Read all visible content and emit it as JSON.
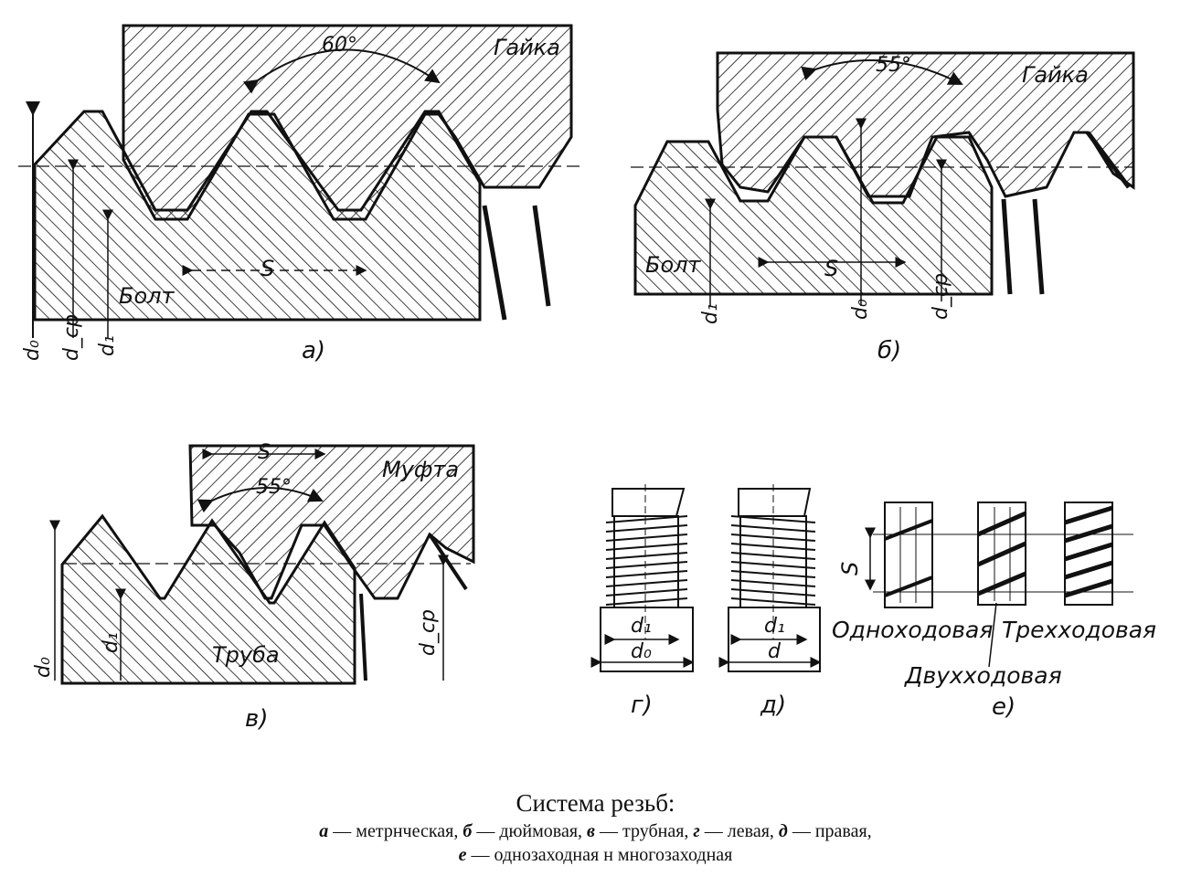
{
  "panels": {
    "a": {
      "caption": "а)",
      "nut_label": "Гайка",
      "bolt_label": "Болт",
      "angle_label": "60°",
      "pitch_label": "S",
      "d0_label": "d₀",
      "dcp_label": "d_cp",
      "d1_label": "d₁"
    },
    "b": {
      "caption": "б)",
      "nut_label": "Гайка",
      "bolt_label": "Болт",
      "angle_label": "55°",
      "pitch_label": "S",
      "d1_label": "d₁",
      "d0_label": "d₀",
      "dcp_label": "d_cp"
    },
    "v": {
      "caption": "в)",
      "coupling_label": "Муфта",
      "pipe_label": "Труба",
      "angle_label": "55°",
      "pitch_label": "S",
      "d0_label": "d₀",
      "d1_label": "d₁",
      "dcp_label": "d_cp"
    },
    "g": {
      "caption": "г)",
      "d1_label": "d₁",
      "d0_label": "d₀"
    },
    "d": {
      "caption": "д)",
      "d1_label": "d₁",
      "d_label": "d"
    },
    "e": {
      "caption": "е)",
      "pitch_label": "S",
      "single_label": "Одноходовая",
      "triple_label": "Трехходовая",
      "double_label": "Двухходовая"
    }
  },
  "caption": {
    "title": "Система резьб:",
    "line1": [
      {
        "key": "а",
        "text": " — метрнческая, "
      },
      {
        "key": "б",
        "text": " — дюймовая, "
      },
      {
        "key": "в",
        "text": " — трубная, "
      },
      {
        "key": "г",
        "text": " — левая, "
      },
      {
        "key": "д",
        "text": " — правая,"
      }
    ],
    "line2": [
      {
        "key": "е",
        "text": " — однозаходная н многозаходная"
      }
    ]
  },
  "colors": {
    "ink": "#111111",
    "paper": "#ffffff"
  }
}
